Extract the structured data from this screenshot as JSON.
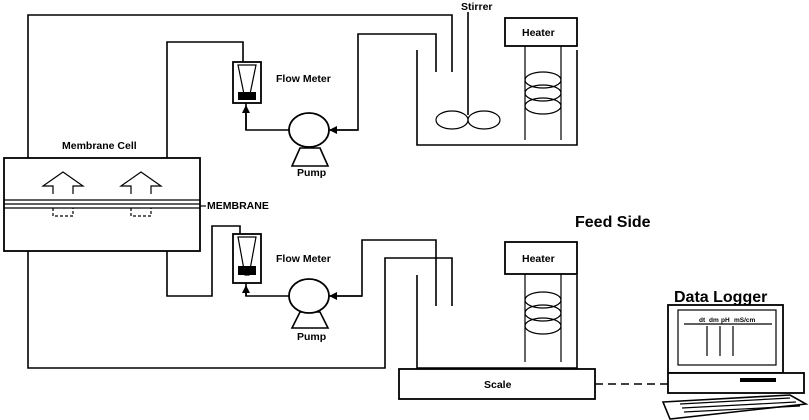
{
  "labels": {
    "stirrer": "Stirrer",
    "heater_top": "Heater",
    "flow_meter_top": "Flow Meter",
    "pump_top": "Pump",
    "membrane_cell": "Membrane Cell",
    "membrane": "MEMBRANE",
    "feed_side": "Feed Side",
    "heater_bottom": "Heater",
    "flow_meter_bottom": "Flow Meter",
    "pump_bottom": "Pump",
    "data_logger": "Data Logger",
    "scale": "Scale"
  },
  "monitor_columns": [
    "dt",
    "dm",
    "pH",
    "mS/cm"
  ]
}
